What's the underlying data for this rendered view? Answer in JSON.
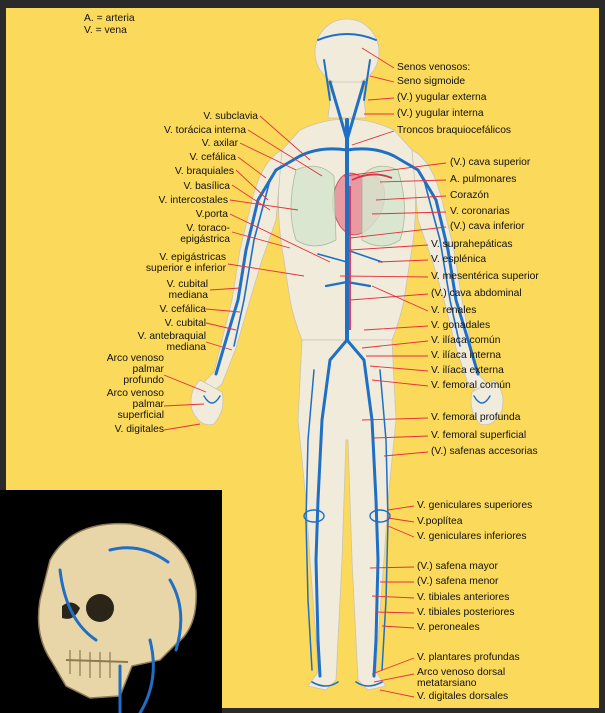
{
  "legend": {
    "a": "A. = arteria",
    "v": "V. = vena"
  },
  "colors": {
    "background": "#fbd95a",
    "vein": "#1f6fc4",
    "artery": "#d8324b",
    "leader": "#e2313b",
    "body": "#f1ece4"
  },
  "labels_left": [
    {
      "id": "v-subclavia",
      "text": "V. subclavia"
    },
    {
      "id": "v-toracica-interna",
      "text": "V. torácica interna"
    },
    {
      "id": "v-axilar",
      "text": "V. axilar"
    },
    {
      "id": "v-cefalica-1",
      "text": "V. cefálica"
    },
    {
      "id": "v-braquiales",
      "text": "V. braquiales"
    },
    {
      "id": "v-basilica",
      "text": "V. basílica"
    },
    {
      "id": "v-intercostales",
      "text": "V. intercostales"
    },
    {
      "id": "v-porta",
      "text": "V.porta"
    },
    {
      "id": "v-toraco-1",
      "text": "V. toraco-"
    },
    {
      "id": "v-toraco-2",
      "text": "epigástrica"
    },
    {
      "id": "v-epig-1",
      "text": "V. epigástricas"
    },
    {
      "id": "v-epig-2",
      "text": "superior e inferior"
    },
    {
      "id": "v-cubital-m-1",
      "text": "V. cubital"
    },
    {
      "id": "v-cubital-m-2",
      "text": "mediana"
    },
    {
      "id": "v-cefalica-2",
      "text": "V. cefálica"
    },
    {
      "id": "v-cubital",
      "text": "V. cubital"
    },
    {
      "id": "v-antebraquial-1",
      "text": "V. antebraquial"
    },
    {
      "id": "v-antebraquial-2",
      "text": "mediana"
    },
    {
      "id": "arco-prof-1",
      "text": "Arco venoso"
    },
    {
      "id": "arco-prof-2",
      "text": "palmar"
    },
    {
      "id": "arco-prof-3",
      "text": "profundo"
    },
    {
      "id": "arco-sup-1",
      "text": "Arco venoso"
    },
    {
      "id": "arco-sup-2",
      "text": "palmar"
    },
    {
      "id": "arco-sup-3",
      "text": "superficial"
    },
    {
      "id": "v-digitales",
      "text": "V. digitales"
    }
  ],
  "labels_right": [
    {
      "id": "senos-venosos",
      "text": "Senos venosos:"
    },
    {
      "id": "seno-sigmoide",
      "text": "Seno sigmoide"
    },
    {
      "id": "yugular-externa",
      "text": "(V.) yugular externa"
    },
    {
      "id": "yugular-interna",
      "text": "(V.) yugular interna"
    },
    {
      "id": "troncos",
      "text": "Troncos braquiocefálicos"
    },
    {
      "id": "cava-superior",
      "text": "(V.) cava superior"
    },
    {
      "id": "a-pulmonares",
      "text": "A. pulmonares"
    },
    {
      "id": "corazon",
      "text": "Corazón"
    },
    {
      "id": "v-coronarias",
      "text": "V. coronarias"
    },
    {
      "id": "cava-inferior",
      "text": "(V.) cava inferior"
    },
    {
      "id": "suprahepaticas",
      "text": "V. suprahepáticas"
    },
    {
      "id": "esplenica",
      "text": "V. esplénica"
    },
    {
      "id": "mesenterica",
      "text": "V. mesentérica superior"
    },
    {
      "id": "cava-abdominal",
      "text": "(V.) cava abdominal"
    },
    {
      "id": "renales",
      "text": "V. renales"
    },
    {
      "id": "gonadales",
      "text": "V. gonadales"
    },
    {
      "id": "iliaca-comun",
      "text": "V. ilíaca común"
    },
    {
      "id": "iliaca-interna",
      "text": "V. ilíaca interna"
    },
    {
      "id": "iliaca-externa",
      "text": "V. ilíaca externa"
    },
    {
      "id": "femoral-comun",
      "text": "V. femoral común"
    },
    {
      "id": "femoral-profunda",
      "text": "V. femoral profunda"
    },
    {
      "id": "femoral-superficial",
      "text": "V. femoral superficial"
    },
    {
      "id": "safenas-accesorias",
      "text": "(V.) safenas accesorias"
    },
    {
      "id": "geniculares-sup",
      "text": "V. geniculares superiores"
    },
    {
      "id": "poplitea",
      "text": "V.poplítea"
    },
    {
      "id": "geniculares-inf",
      "text": "V. geniculares inferiores"
    },
    {
      "id": "safena-mayor",
      "text": "(V.) safena mayor"
    },
    {
      "id": "safena-menor",
      "text": "(V.) safena menor"
    },
    {
      "id": "tibiales-ant",
      "text": "V. tibiales anteriores"
    },
    {
      "id": "tibiales-post",
      "text": "V. tibiales posteriores"
    },
    {
      "id": "peroneales",
      "text": "V. peroneales"
    },
    {
      "id": "plantares",
      "text": "V. plantares profundas"
    },
    {
      "id": "arco-dorsal-1",
      "text": "Arco venoso dorsal"
    },
    {
      "id": "arco-dorsal-2",
      "text": "metatarsiano"
    },
    {
      "id": "digitales-dorsales",
      "text": "V. digitales dorsales"
    }
  ]
}
